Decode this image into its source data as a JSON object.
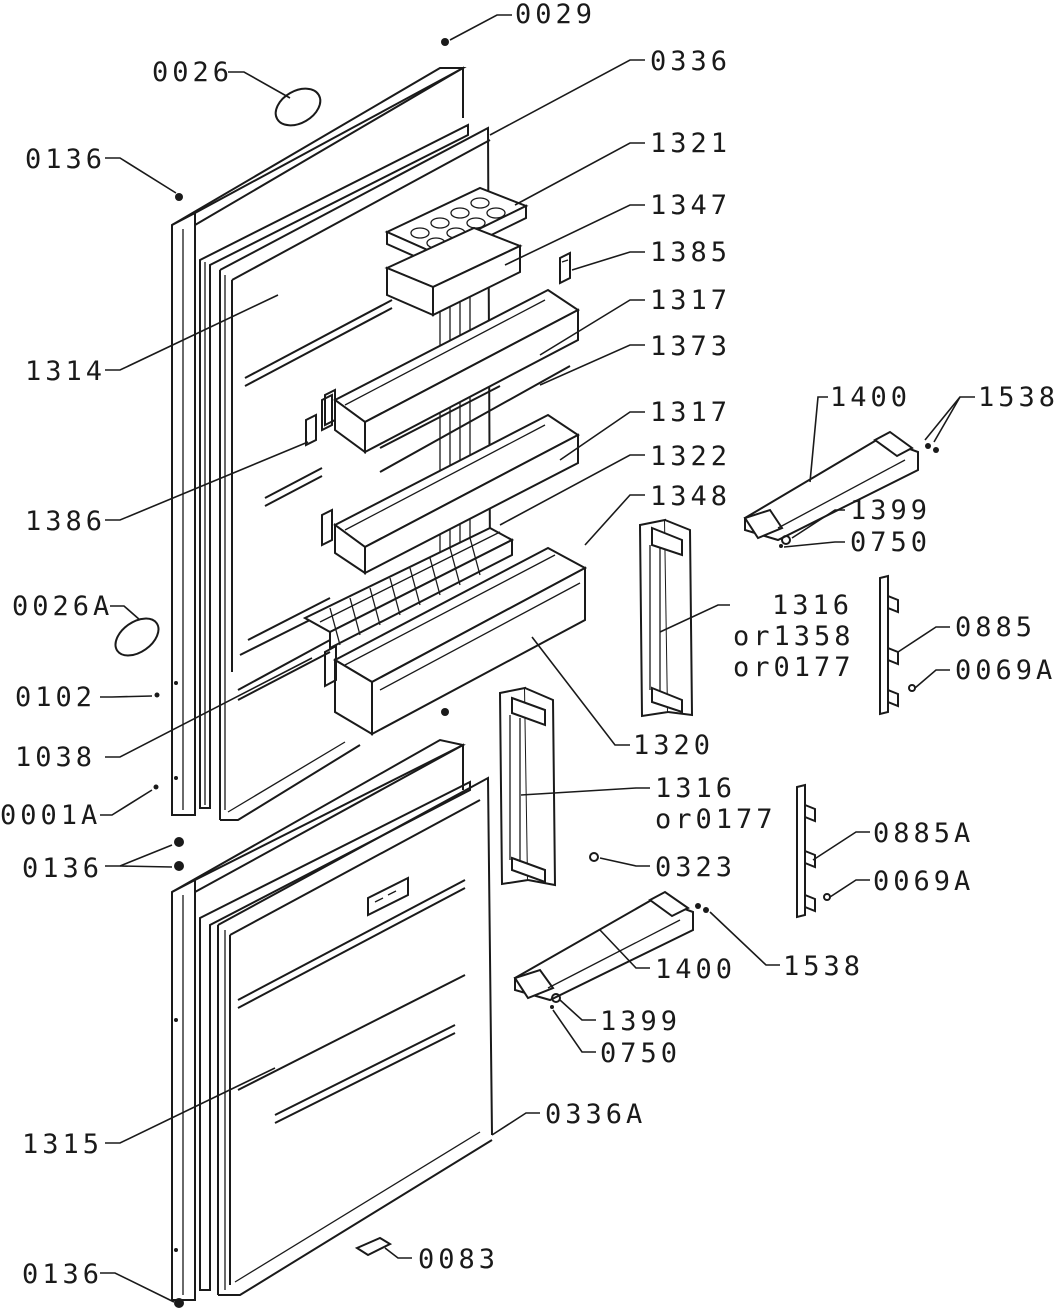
{
  "labels": {
    "p0029": "0029",
    "p0336": "0336",
    "p0026": "0026",
    "p0136_top": "0136",
    "p1321": "1321",
    "p1347": "1347",
    "p1385": "1385",
    "p1317_a": "1317",
    "p1373": "1373",
    "p1314": "1314",
    "p1400_a": "1400",
    "p1538_a": "1538",
    "p1317_b": "1317",
    "p1386": "1386",
    "p1322": "1322",
    "p1399_a": "1399",
    "p1348": "1348",
    "p0750_a": "0750",
    "p0026A": "0026A",
    "p1316_a": "1316",
    "p1316_a_alt1": "or1358",
    "p1316_a_alt2": "or0177",
    "p0885": "0885",
    "p0069A_a": "0069A",
    "p0102": "0102",
    "p1038": "1038",
    "p1320": "1320",
    "p0001A": "0001A",
    "p1316_b": "1316",
    "p1316_b_alt": "or0177",
    "p0885A": "0885A",
    "p0136_mid": "0136",
    "p0323": "0323",
    "p0069A_b": "0069A",
    "p1400_b": "1400",
    "p1538_b": "1538",
    "p1399_b": "1399",
    "p0750_b": "0750",
    "p0336A": "0336A",
    "p1315": "1315",
    "p0083": "0083",
    "p0136_bot": "0136"
  },
  "colors": {
    "line": "#1a1a1a",
    "background": "#ffffff"
  }
}
